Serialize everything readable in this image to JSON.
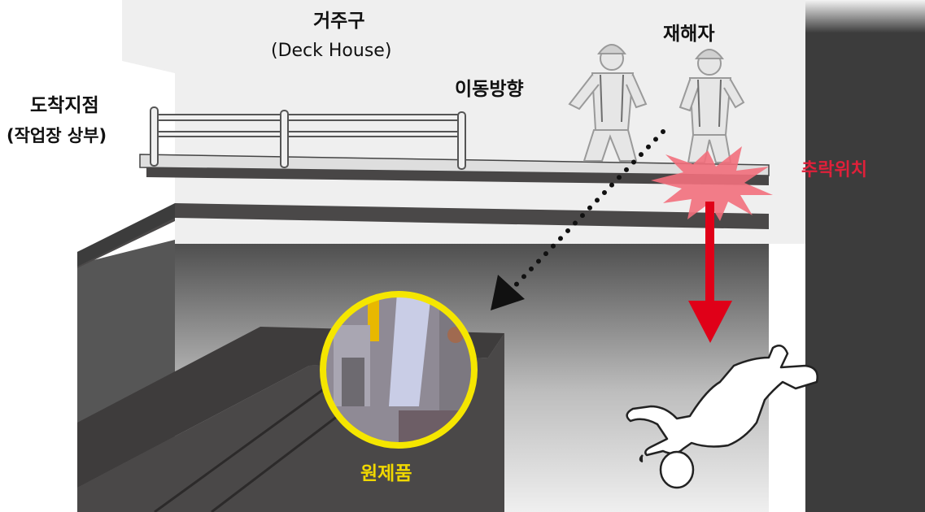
{
  "labels": {
    "deck_house_title": "거주구",
    "deck_house_sub": "(Deck House)",
    "arrival_title": "도착지점",
    "arrival_sub": "(작업장 상부)",
    "move_direction": "이동방향",
    "victim": "재해자",
    "fall_position": "추락위치",
    "original_photo": "원제품"
  },
  "colors": {
    "fall_label": "#e0203a",
    "original_label": "#f0d800",
    "lens_ring": "#f5e600",
    "fall_arrow": "#e00018",
    "burst": "#f26f7c",
    "wall_dark": "#3c3c3c",
    "ledge_dark": "#4a4848"
  }
}
